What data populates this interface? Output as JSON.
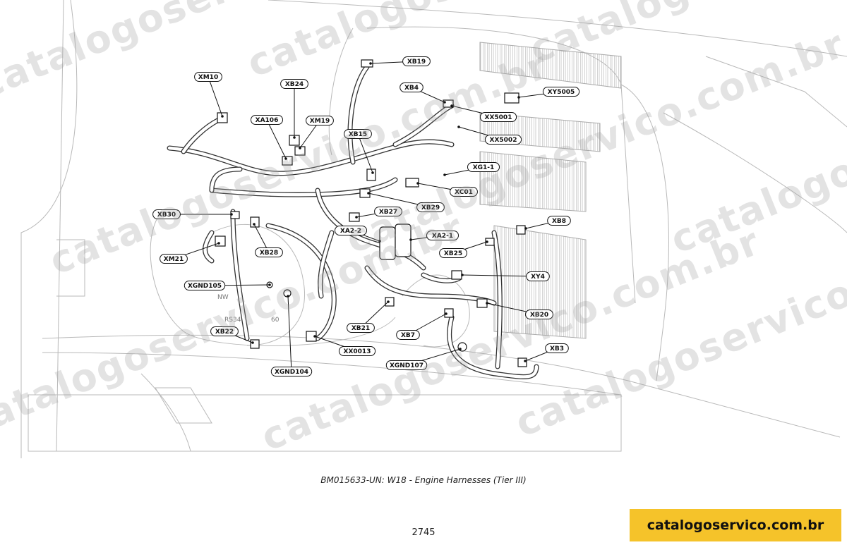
{
  "caption": "BM015633-UN: W18 - Engine Harnesses (Tier III)",
  "page_number": "2745",
  "site_badge": {
    "text": "catalogoservico.com.br",
    "color": "#f5c32a"
  },
  "watermark": {
    "text": "catalogoservico.com.br",
    "color": "#9e9e9e"
  },
  "engine_markings": [
    "NW",
    "RS346",
    "60"
  ],
  "callouts": [
    "XM10",
    "XB24",
    "XA106",
    "XM19",
    "XB19",
    "XB4",
    "XY5005",
    "XX5001",
    "XX5002",
    "XB15",
    "XG1-1",
    "XC01",
    "XB29",
    "XB27",
    "XB30",
    "XA2-2",
    "XA2-1",
    "XB8",
    "XB28",
    "XM21",
    "XB25",
    "XY4",
    "XGND105",
    "XB20",
    "XB21",
    "XB7",
    "XB22",
    "XX0013",
    "XB3",
    "XGND107",
    "XGND104"
  ]
}
